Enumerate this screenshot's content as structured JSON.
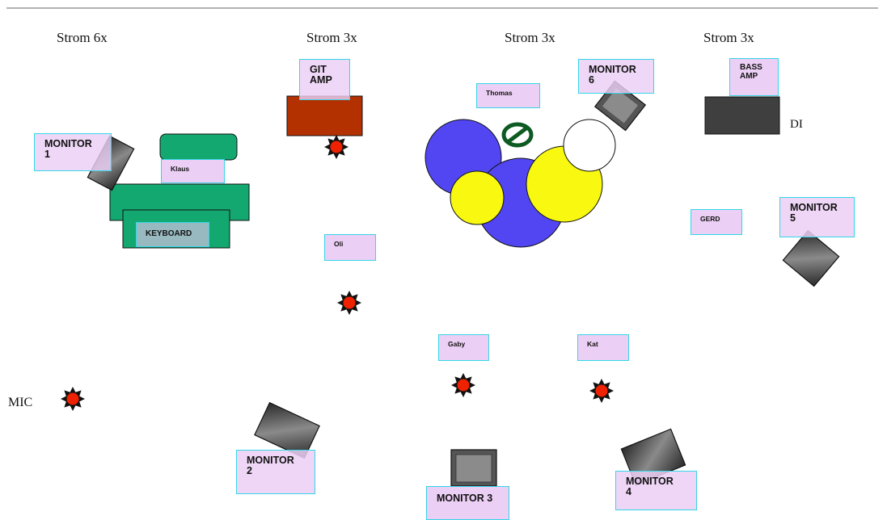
{
  "power_labels": [
    "Strom 6x",
    "Strom 3x",
    "Strom 3x",
    "Strom 3x"
  ],
  "side_labels": {
    "di": "DI",
    "mic": "MIC"
  },
  "monitors": [
    "MONITOR\n1",
    "MONITOR\n2",
    "MONITOR 3",
    "MONITOR\n4",
    "MONITOR\n5",
    "MONITOR\n6"
  ],
  "amps": {
    "git": "GIT\nAMP",
    "bass": "BASS\nAMP"
  },
  "keyboard": "KEYBOARD",
  "people": [
    "Klaus",
    "Oli",
    "Thomas",
    "GERD",
    "Gaby",
    "Kat"
  ],
  "colors": {
    "label_fill": "#eccff5",
    "label_border": "#33d6e8",
    "keyboard_green": "#12a870",
    "git_amp": "#b33000",
    "bass_amp": "#3f3f3f",
    "drum_blue": "#5246f2",
    "drum_yellow": "#f8f810",
    "no_sign": "#0d5a22",
    "mic_star": "#ee2200"
  }
}
